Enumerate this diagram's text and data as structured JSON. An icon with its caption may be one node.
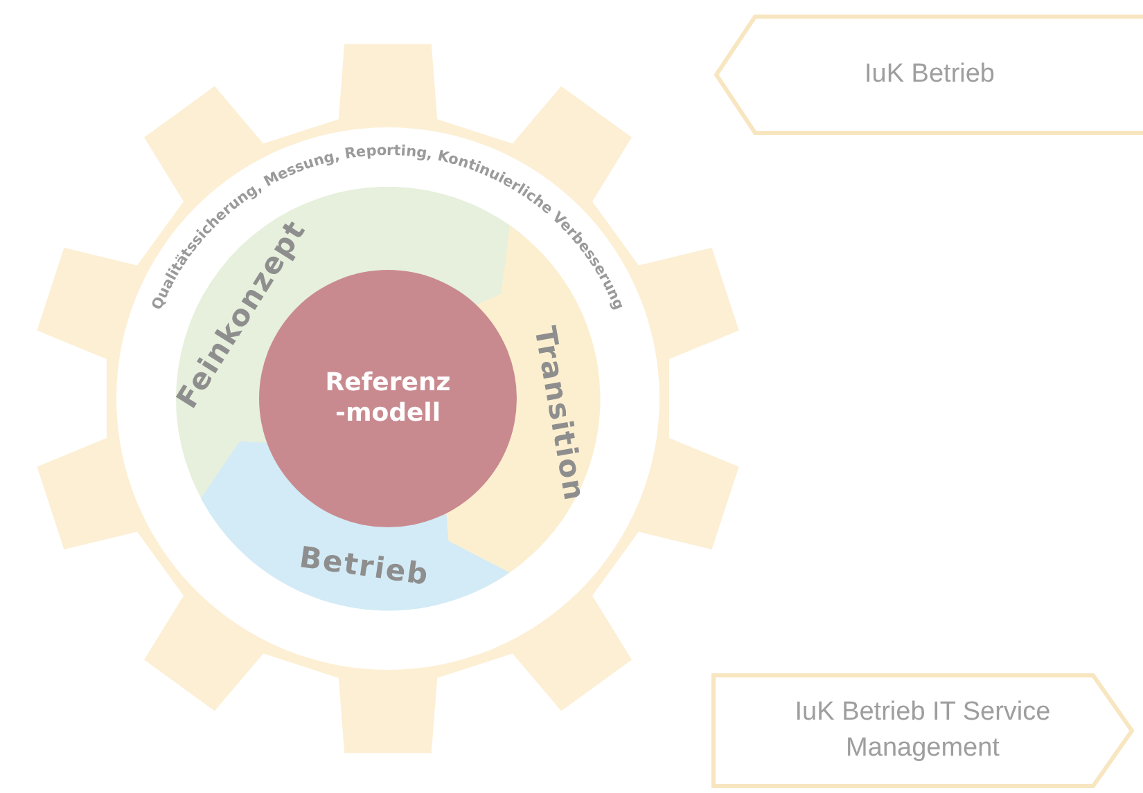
{
  "diagram": {
    "nodes": [
      {
        "text": [],
        "shape": "gear"
      },
      {
        "text": [
          "Feinkonzept"
        ],
        "in": 0
      },
      {
        "text": [
          "Transition"
        ],
        "in": 0
      },
      {
        "text": [
          "Betrieb"
        ],
        "in": 0
      },
      {
        "text": [
          "Referenz -modell"
        ],
        "in": 0
      },
      {
        "text": [
          "IuK Betrieb"
        ]
      },
      {
        "text": [
          "IuK Betrieb IT Service Management"
        ]
      }
    ],
    "labels": [
      "Qualitätssicherung, Messung, Reporting, Kontinuierliche Verbesserung"
    ]
  }
}
